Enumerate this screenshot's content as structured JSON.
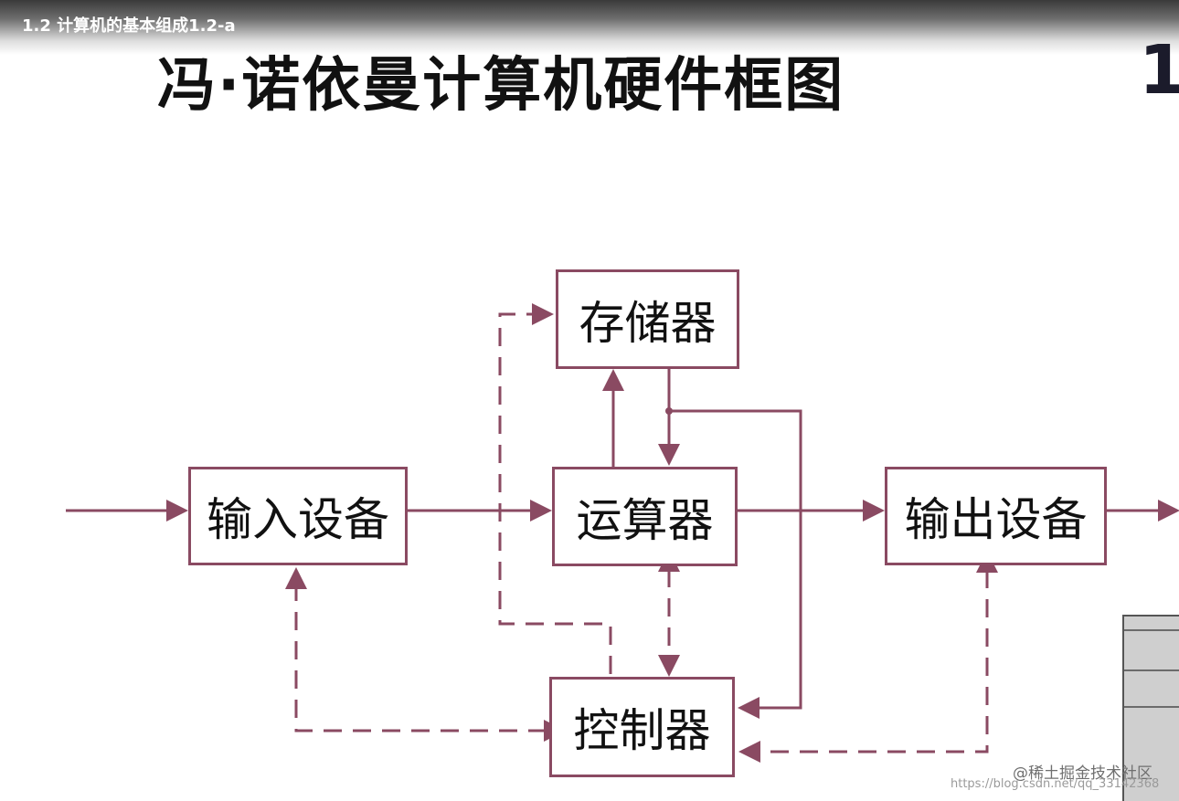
{
  "video": {
    "title": "1.2 计算机的基本组成1.2-a"
  },
  "slide": {
    "title": "冯·诺依曼计算机硬件框图",
    "number": "1"
  },
  "diagram": {
    "nodes": {
      "memory": "存储器",
      "input": "输入设备",
      "alu": "运算器",
      "output": "输出设备",
      "control": "控制器"
    }
  },
  "watermark": {
    "line1": "@稀土掘金技术社区",
    "line2": "https://blog.csdn.net/qq_33142368"
  },
  "colors": {
    "diagram_line": "#8a4a62",
    "title_text": "#111111"
  }
}
